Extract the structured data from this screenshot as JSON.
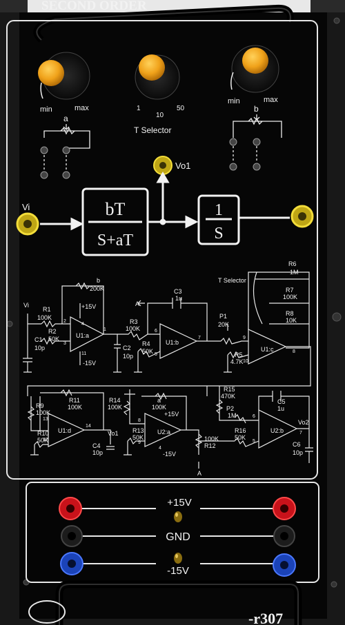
{
  "header": {
    "title_fragment": "SECOND ORDER"
  },
  "knobs": {
    "a": {
      "min": "min",
      "max": "max",
      "name": "a"
    },
    "t": {
      "ticks": [
        "1",
        "10",
        "50"
      ],
      "label": "T Selector"
    },
    "b": {
      "min": "min",
      "max": "max",
      "name": "b"
    }
  },
  "block_diagram": {
    "input": "Vi",
    "output_tap": "Vo1",
    "tf1_num": "bT",
    "tf1_den": "S+aT",
    "tf2_num": "1",
    "tf2_den": "S"
  },
  "schematic": {
    "vi": "Vi",
    "r1": [
      "R1",
      "100K"
    ],
    "r2": [
      "R2",
      "50K"
    ],
    "c1": [
      "C1",
      "10p"
    ],
    "pot_b": [
      "b",
      "200K"
    ],
    "u1a": "U1:a",
    "plus15": "+15V",
    "minus15": "-15V",
    "c2": [
      "C2",
      "10p"
    ],
    "node_a": "A",
    "c3": [
      "C3",
      "1u"
    ],
    "r3": [
      "R3",
      "100K"
    ],
    "r4": [
      "R4",
      "50K"
    ],
    "u1b": "U1:b",
    "p1": [
      "P1",
      "20K"
    ],
    "r5": [
      "R5",
      "4.7K"
    ],
    "t_selector": "T Selector",
    "r6": [
      "R6",
      "1M"
    ],
    "r7": [
      "R7",
      "100K"
    ],
    "r8": [
      "R8",
      "10K"
    ],
    "u1c": "U1:c",
    "r9": [
      "R9",
      "100K"
    ],
    "r10": [
      "R10",
      "50K"
    ],
    "r11": [
      "R11",
      "100K"
    ],
    "u1d": "U1:d",
    "vo1": "Vo1",
    "c4": [
      "C4",
      "10p"
    ],
    "r14": [
      "R14",
      "100K"
    ],
    "pot_a": [
      "a",
      "100K"
    ],
    "r13": [
      "R13",
      "50K"
    ],
    "u2a": "U2:a",
    "r12": [
      "100K",
      "R12"
    ],
    "r15": [
      "R15",
      "470K"
    ],
    "p2": [
      "P2",
      "1M"
    ],
    "r16": [
      "R16",
      "50K"
    ],
    "u2b": "U2:b",
    "c5": [
      "C5",
      "1u"
    ],
    "vo2": "Vo2",
    "c6": [
      "C6",
      "10p"
    ],
    "pins": [
      "2",
      "3",
      "4",
      "1",
      "11",
      "6",
      "5",
      "7",
      "9",
      "10",
      "8",
      "13",
      "12",
      "14",
      "8",
      "9",
      "4",
      "6",
      "5",
      "7"
    ]
  },
  "power": {
    "plus": "+15V",
    "gnd": "GND",
    "minus": "-15V"
  },
  "footer": {
    "model_fragment": "-r307"
  },
  "colors": {
    "panel": "#050505",
    "print": "#f2f2f2",
    "yellow_jack": "#d8c21a",
    "red_jack": "#d8141c",
    "blue_jack": "#1b43b8",
    "knob": "#f0a21a"
  }
}
